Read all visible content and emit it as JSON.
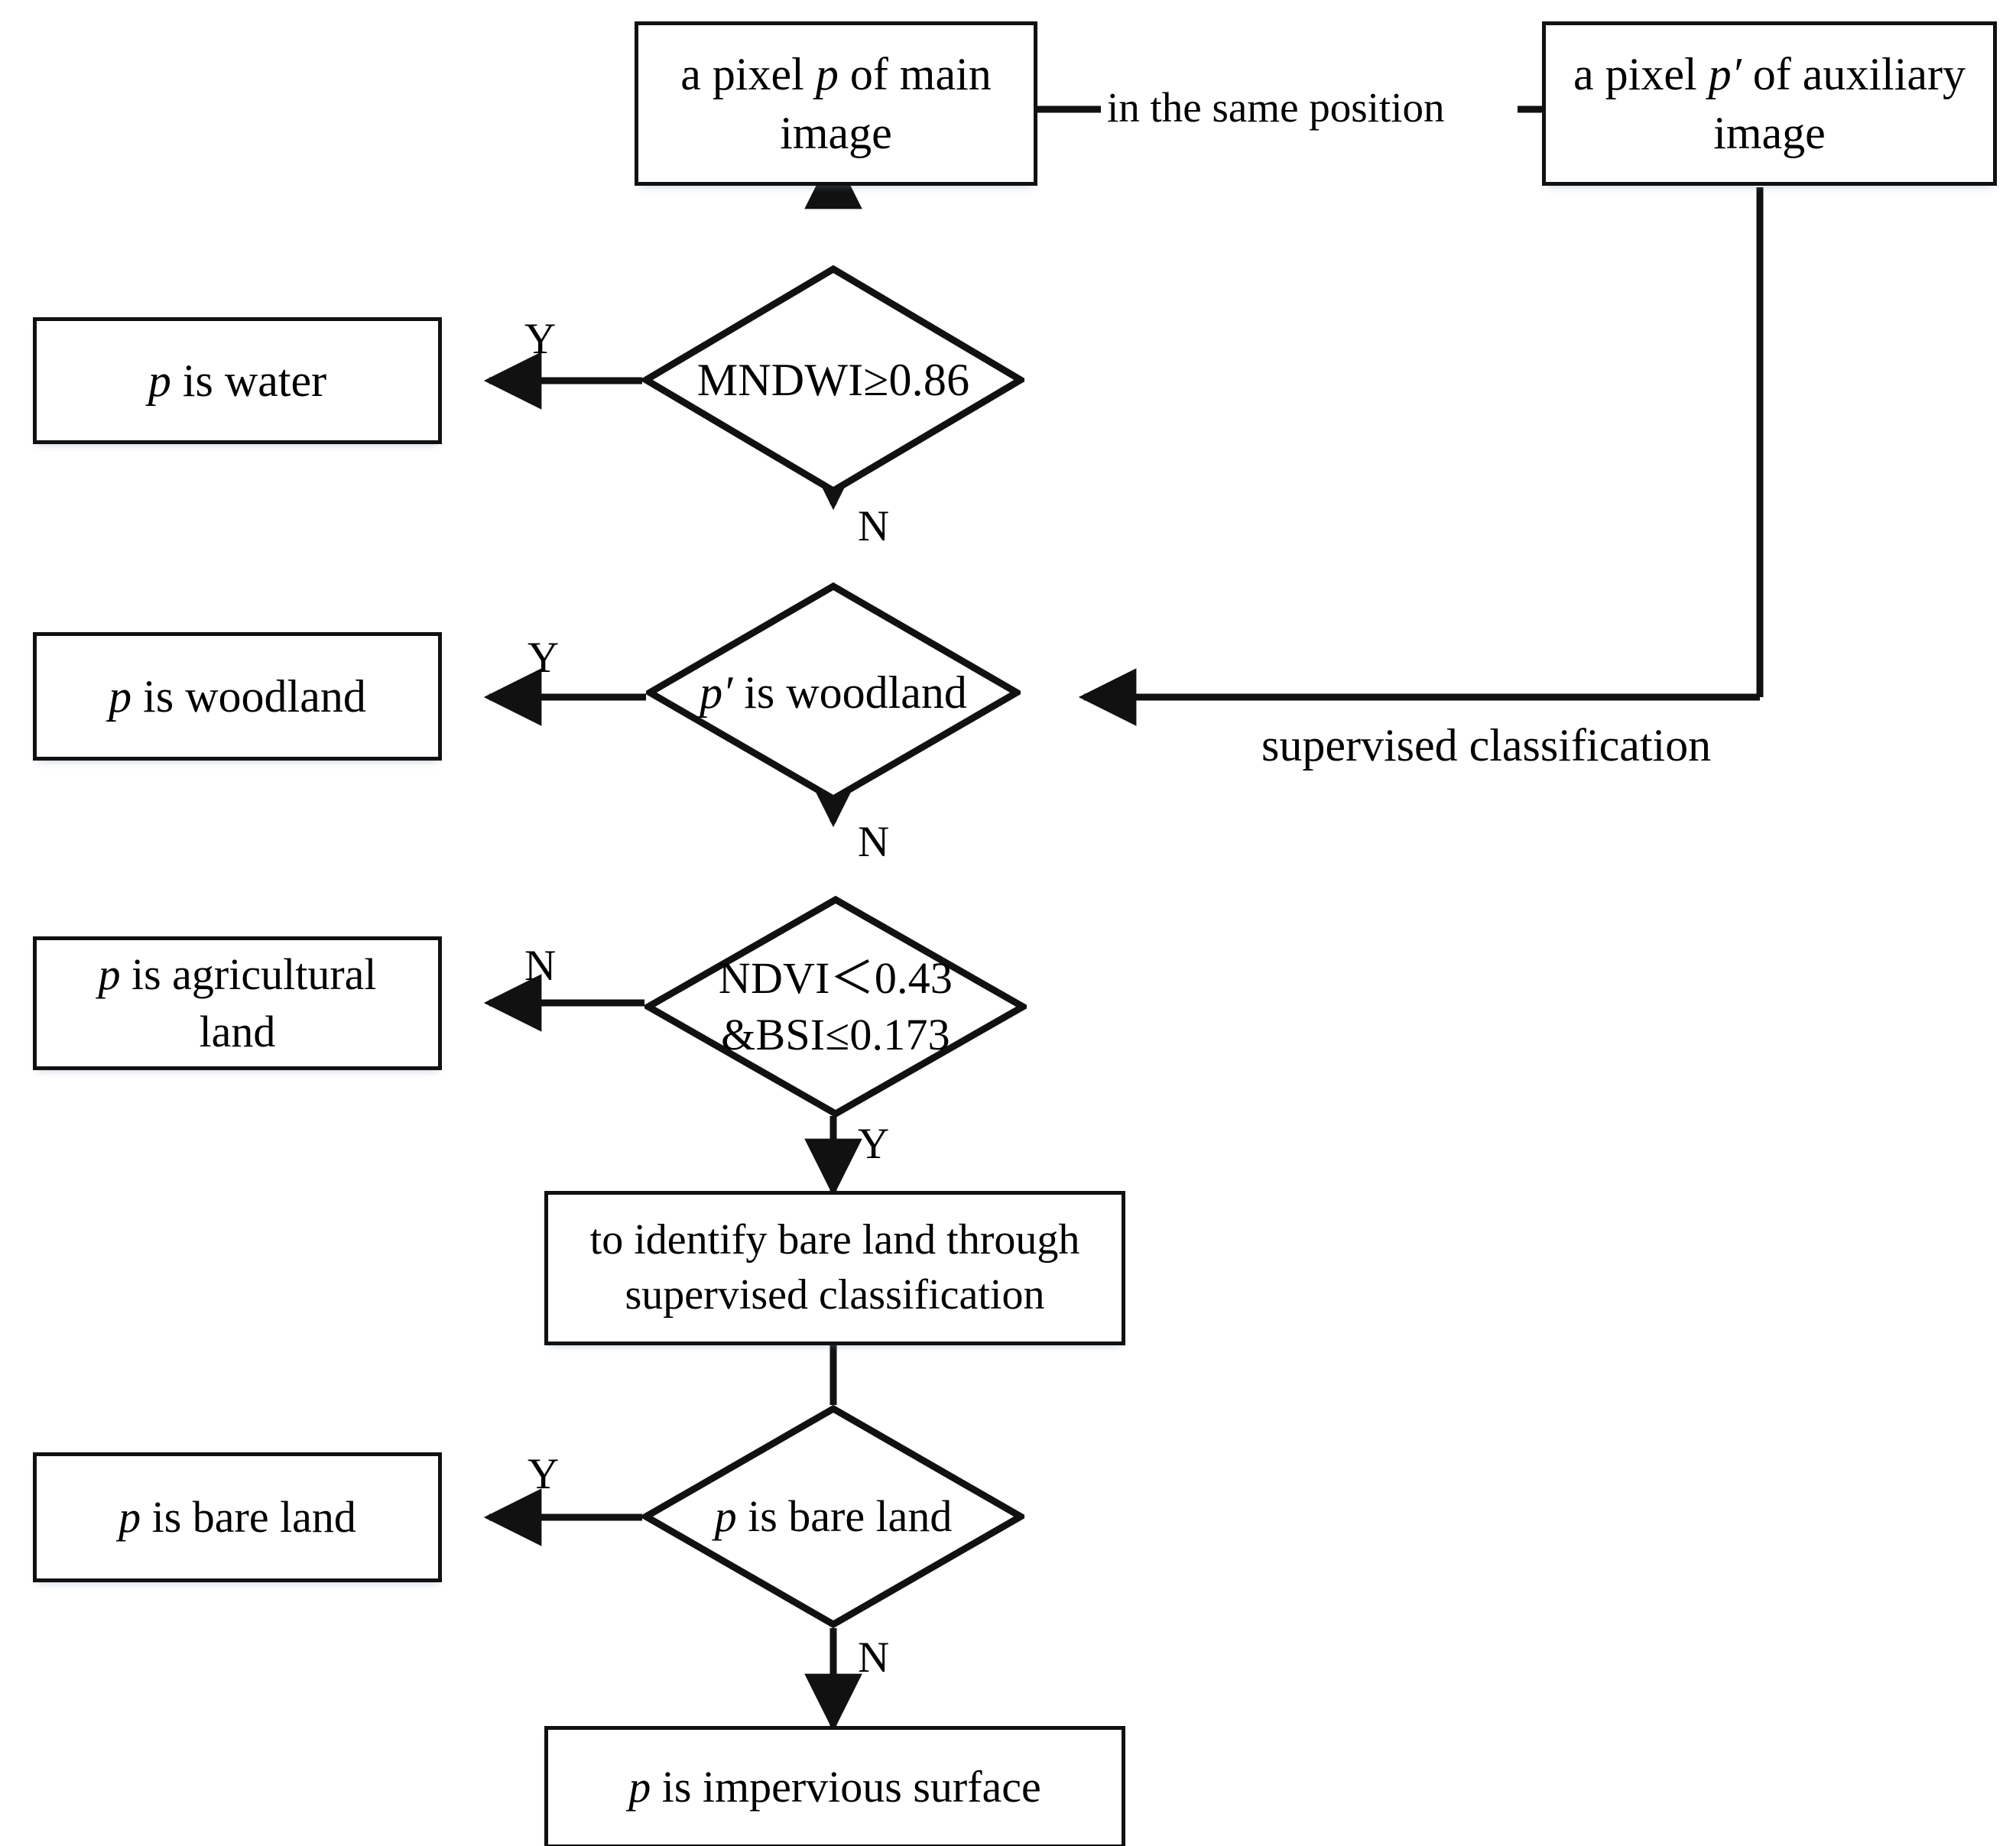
{
  "diagram": {
    "title": "Pixel land-cover classification decision flowchart",
    "theme": {
      "stroke": "#111111",
      "fill": "#ffffff",
      "text": "#000000"
    }
  },
  "nodes": {
    "main_pixel": {
      "type": "process",
      "line1": "a pixel ",
      "var": "p",
      "line1b": " of main",
      "line2": "image"
    },
    "aux_pixel": {
      "type": "process",
      "line1": "a pixel ",
      "var": "p′",
      "line1b": " of auxiliary",
      "line2": "image"
    },
    "mndwi": {
      "type": "decision",
      "text": "MNDWI≥0.86"
    },
    "water": {
      "type": "process",
      "var": "p",
      "text": " is water"
    },
    "woodland_q": {
      "type": "decision",
      "var": "p′",
      "text": " is woodland"
    },
    "woodland": {
      "type": "process",
      "var": "p",
      "text": " is woodland"
    },
    "ndvi_bsi": {
      "type": "decision",
      "line1": "NDVI＜0.43",
      "line2": "&BSI≤0.173"
    },
    "agri": {
      "type": "process",
      "var": "p",
      "line1": " is agricultural",
      "line2": "land"
    },
    "bare_proc": {
      "type": "process",
      "line1": "to identify bare land through",
      "line2": "supervised classification"
    },
    "bare_q": {
      "type": "decision",
      "var": "p",
      "text": " is bare land"
    },
    "bare": {
      "type": "process",
      "var": "p",
      "text": " is bare land"
    },
    "impervious": {
      "type": "process",
      "var": "p",
      "text": " is impervious surface"
    }
  },
  "edges": {
    "same_position": "in the same position",
    "supervised_classification": "supervised classification",
    "mndwi_yes": "Y",
    "mndwi_no": "N",
    "woodland_yes": "Y",
    "woodland_no": "N",
    "ndvi_no": "N",
    "ndvi_yes": "Y",
    "bare_yes": "Y",
    "bare_no": "N"
  }
}
